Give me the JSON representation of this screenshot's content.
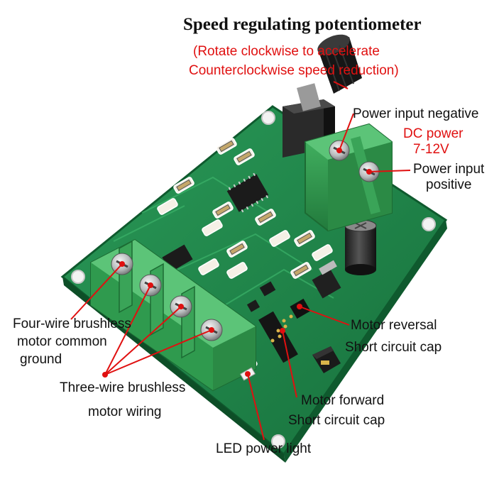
{
  "labels": {
    "title": "Speed regulating potentiometer",
    "rotate_cw": "(Rotate clockwise to accelerate",
    "rotate_ccw": "Counterclockwise speed reduction)",
    "power_neg": "Power input negative",
    "dc_power": "DC power",
    "voltage": "7-12V",
    "power_pos_1": "Power input",
    "power_pos_2": "positive",
    "four_wire_1": "Four-wire brushless",
    "four_wire_2": "motor common",
    "four_wire_3": "ground",
    "three_wire_1": "Three-wire brushless",
    "three_wire_2": "motor wiring",
    "reversal_1": "Motor reversal",
    "reversal_2": "Short circuit cap",
    "forward_1": "Motor forward",
    "forward_2": "Short circuit cap",
    "led": "LED power light"
  },
  "colors": {
    "annotation_red": "#e01010",
    "pcb_green": "#1f8a4c",
    "terminal_green": "#2e9a4e",
    "text": "#111111"
  },
  "icons": [
    "potentiometer-knob-icon",
    "screw-terminal-icon",
    "electrolytic-capacitor-icon",
    "jumper-cap-icon",
    "led-icon",
    "chip-icon"
  ]
}
